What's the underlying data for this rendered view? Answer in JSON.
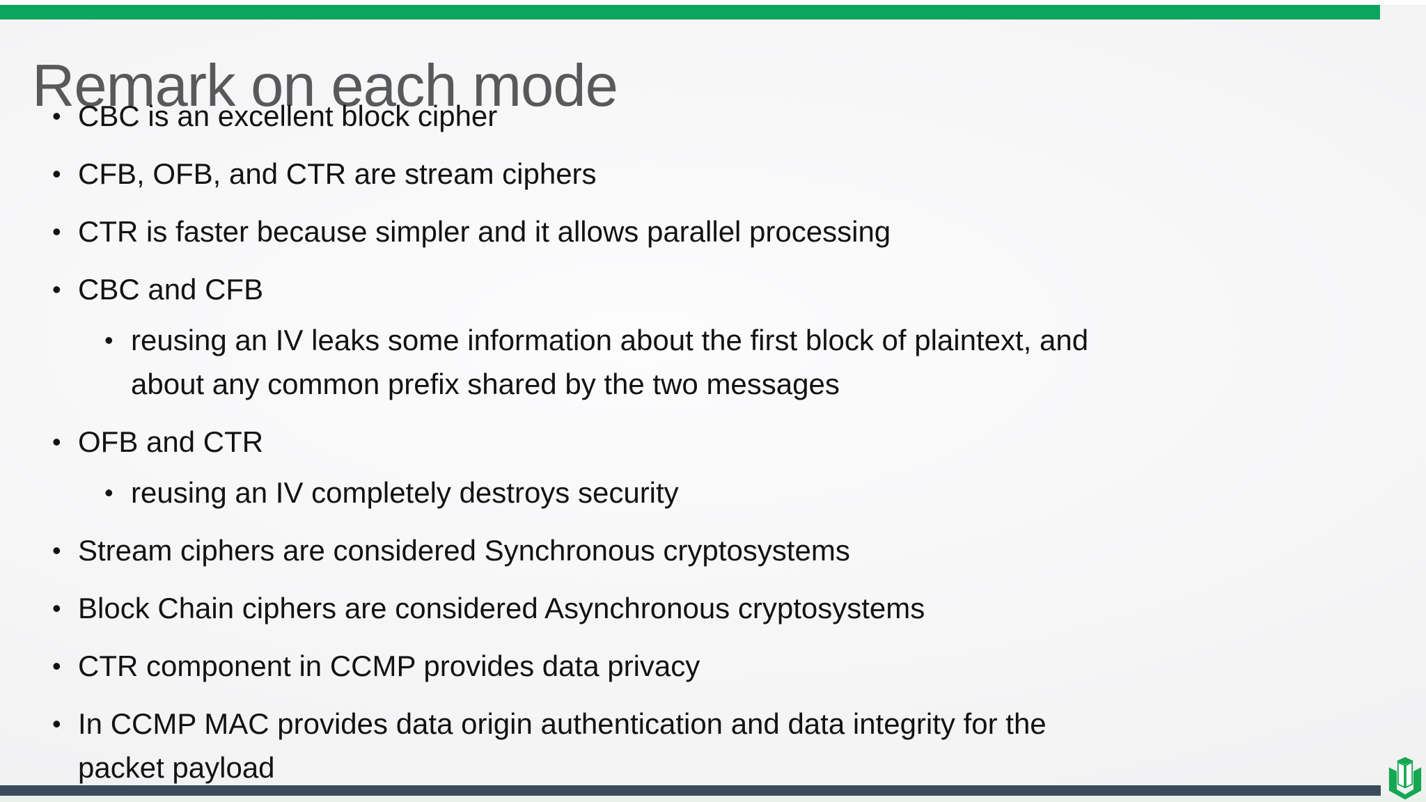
{
  "slide": {
    "title": "Remark on each mode",
    "bullet_char": "•",
    "bullets": [
      {
        "level": 1,
        "lines": [
          "CBC is an excellent block cipher"
        ]
      },
      {
        "level": 1,
        "lines": [
          "CFB, OFB, and CTR are stream ciphers"
        ]
      },
      {
        "level": 1,
        "lines": [
          "CTR is faster because simpler and it allows parallel processing"
        ]
      },
      {
        "level": 1,
        "lines": [
          "CBC and CFB"
        ]
      },
      {
        "level": 2,
        "lines": [
          "reusing an IV leaks some information about the first block of plaintext, and",
          "about any common prefix shared by the two messages"
        ]
      },
      {
        "level": 1,
        "lines": [
          "OFB and CTR"
        ]
      },
      {
        "level": 2,
        "lines": [
          "reusing an IV completely destroys security"
        ]
      },
      {
        "level": 1,
        "lines": [
          "Stream ciphers are considered Synchronous cryptosystems"
        ]
      },
      {
        "level": 1,
        "lines": [
          "Block Chain ciphers are considered Asynchronous cryptosystems"
        ]
      },
      {
        "level": 1,
        "lines": [
          "CTR component in CCMP provides data privacy"
        ]
      },
      {
        "level": 1,
        "lines": [
          "In CCMP MAC provides data origin authentication and data integrity for the",
          "packet payload"
        ]
      }
    ],
    "colors": {
      "accent_green": "#0CA55D",
      "footer_bar": "#3C4B5B",
      "title_gray": "#58595B",
      "body_text": "#121212"
    },
    "logo": "open-book-cube-logo"
  }
}
